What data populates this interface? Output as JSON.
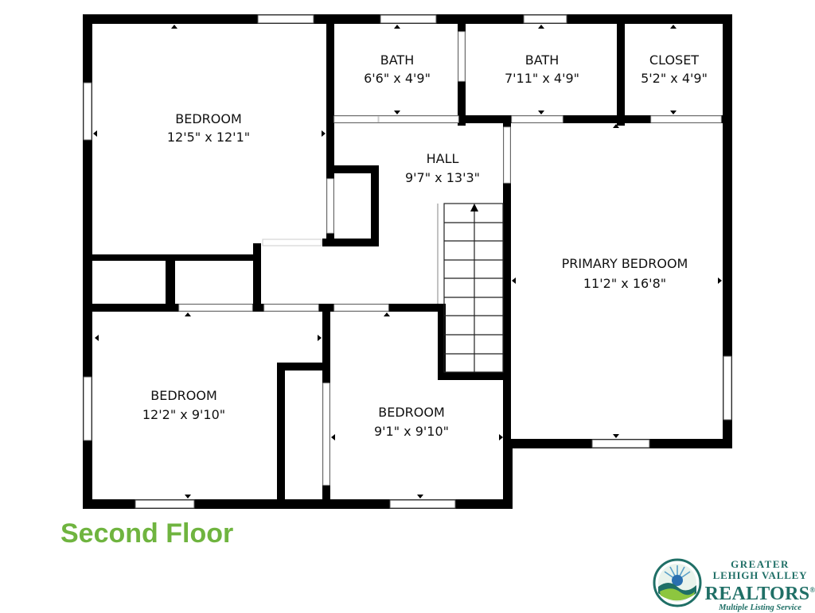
{
  "floor_title": "Second Floor",
  "rooms": [
    {
      "key": "bedroom_1",
      "name": "BEDROOM",
      "dims": "12'5\" x 12'1\""
    },
    {
      "key": "bath_1",
      "name": "BATH",
      "dims": "6'6\" x 4'9\""
    },
    {
      "key": "bath_2",
      "name": "BATH",
      "dims": "7'11\" x 4'9\""
    },
    {
      "key": "closet",
      "name": "CLOSET",
      "dims": "5'2\" x 4'9\""
    },
    {
      "key": "hall",
      "name": "HALL",
      "dims": "9'7\" x 13'3\""
    },
    {
      "key": "primary_bedroom",
      "name": "PRIMARY BEDROOM",
      "dims": "11'2\" x 16'8\""
    },
    {
      "key": "bedroom_2",
      "name": "BEDROOM",
      "dims": "12'2\" x 9'10\""
    },
    {
      "key": "bedroom_3",
      "name": "BEDROOM",
      "dims": "9'1\" x 9'10\""
    }
  ],
  "brand": {
    "line1": "GREATER",
    "line2": "LEHIGH VALLEY",
    "line3": "REALTORS",
    "registered": "®",
    "line4": "Multiple Listing Service"
  },
  "colors": {
    "wall": "#000000",
    "title_green": "#6fb43f",
    "brand_teal": "#1f6f66"
  }
}
